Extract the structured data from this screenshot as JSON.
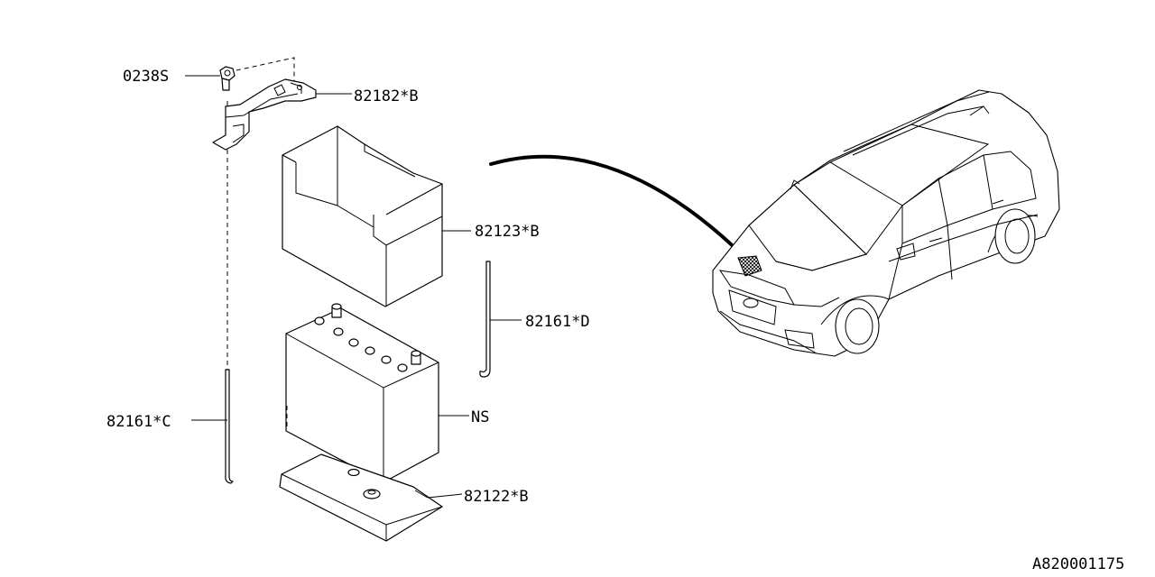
{
  "labels": {
    "nut": "0238S",
    "clamp": "82182*B",
    "cover": "82123*B",
    "rod_right": "82161*D",
    "battery": "NS",
    "rod_left": "82161*C",
    "tray": "82122*B"
  },
  "diagram_id": "A820001175"
}
